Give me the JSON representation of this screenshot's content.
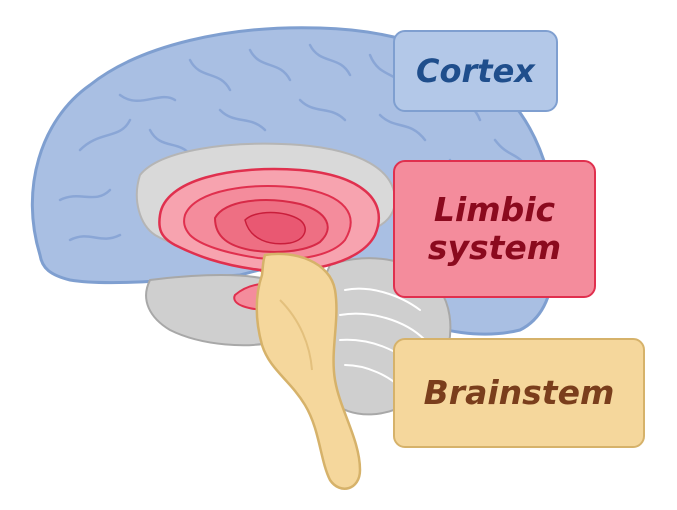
{
  "labels": {
    "cortex": {
      "text": "Cortex",
      "color": "#1f4e8c"
    },
    "limbic": {
      "line1": "Limbic",
      "line2": "system",
      "color": "#8b0a1e"
    },
    "brainstem": {
      "text": "Brainstem",
      "color": "#7a3e1c"
    }
  },
  "colors": {
    "cortex_fill": "#a9bfe3",
    "cortex_stroke": "#7f9fd0",
    "limbic_fill": "#f48c9c",
    "limbic_stroke": "#e0304e",
    "brainstem_fill": "#f5d79c",
    "brainstem_stroke": "#d6b26a",
    "gray_matter": "#c9c9c9",
    "background": "#ffffff"
  }
}
